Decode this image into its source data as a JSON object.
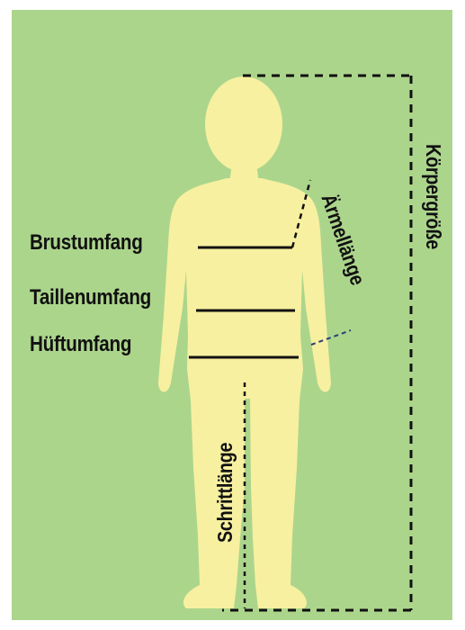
{
  "labels": {
    "chest": "Brustumfang",
    "waist": "Taillenumfang",
    "hip": "Hüftumfang",
    "sleeve": "Ärmellänge",
    "height": "Körpergröße",
    "inseam": "Schrittlänge"
  },
  "colors": {
    "background": "#acd58c",
    "figure": "#f7f0a0",
    "lines": "#111111",
    "sleeve_end_line": "#2a3f7a"
  }
}
